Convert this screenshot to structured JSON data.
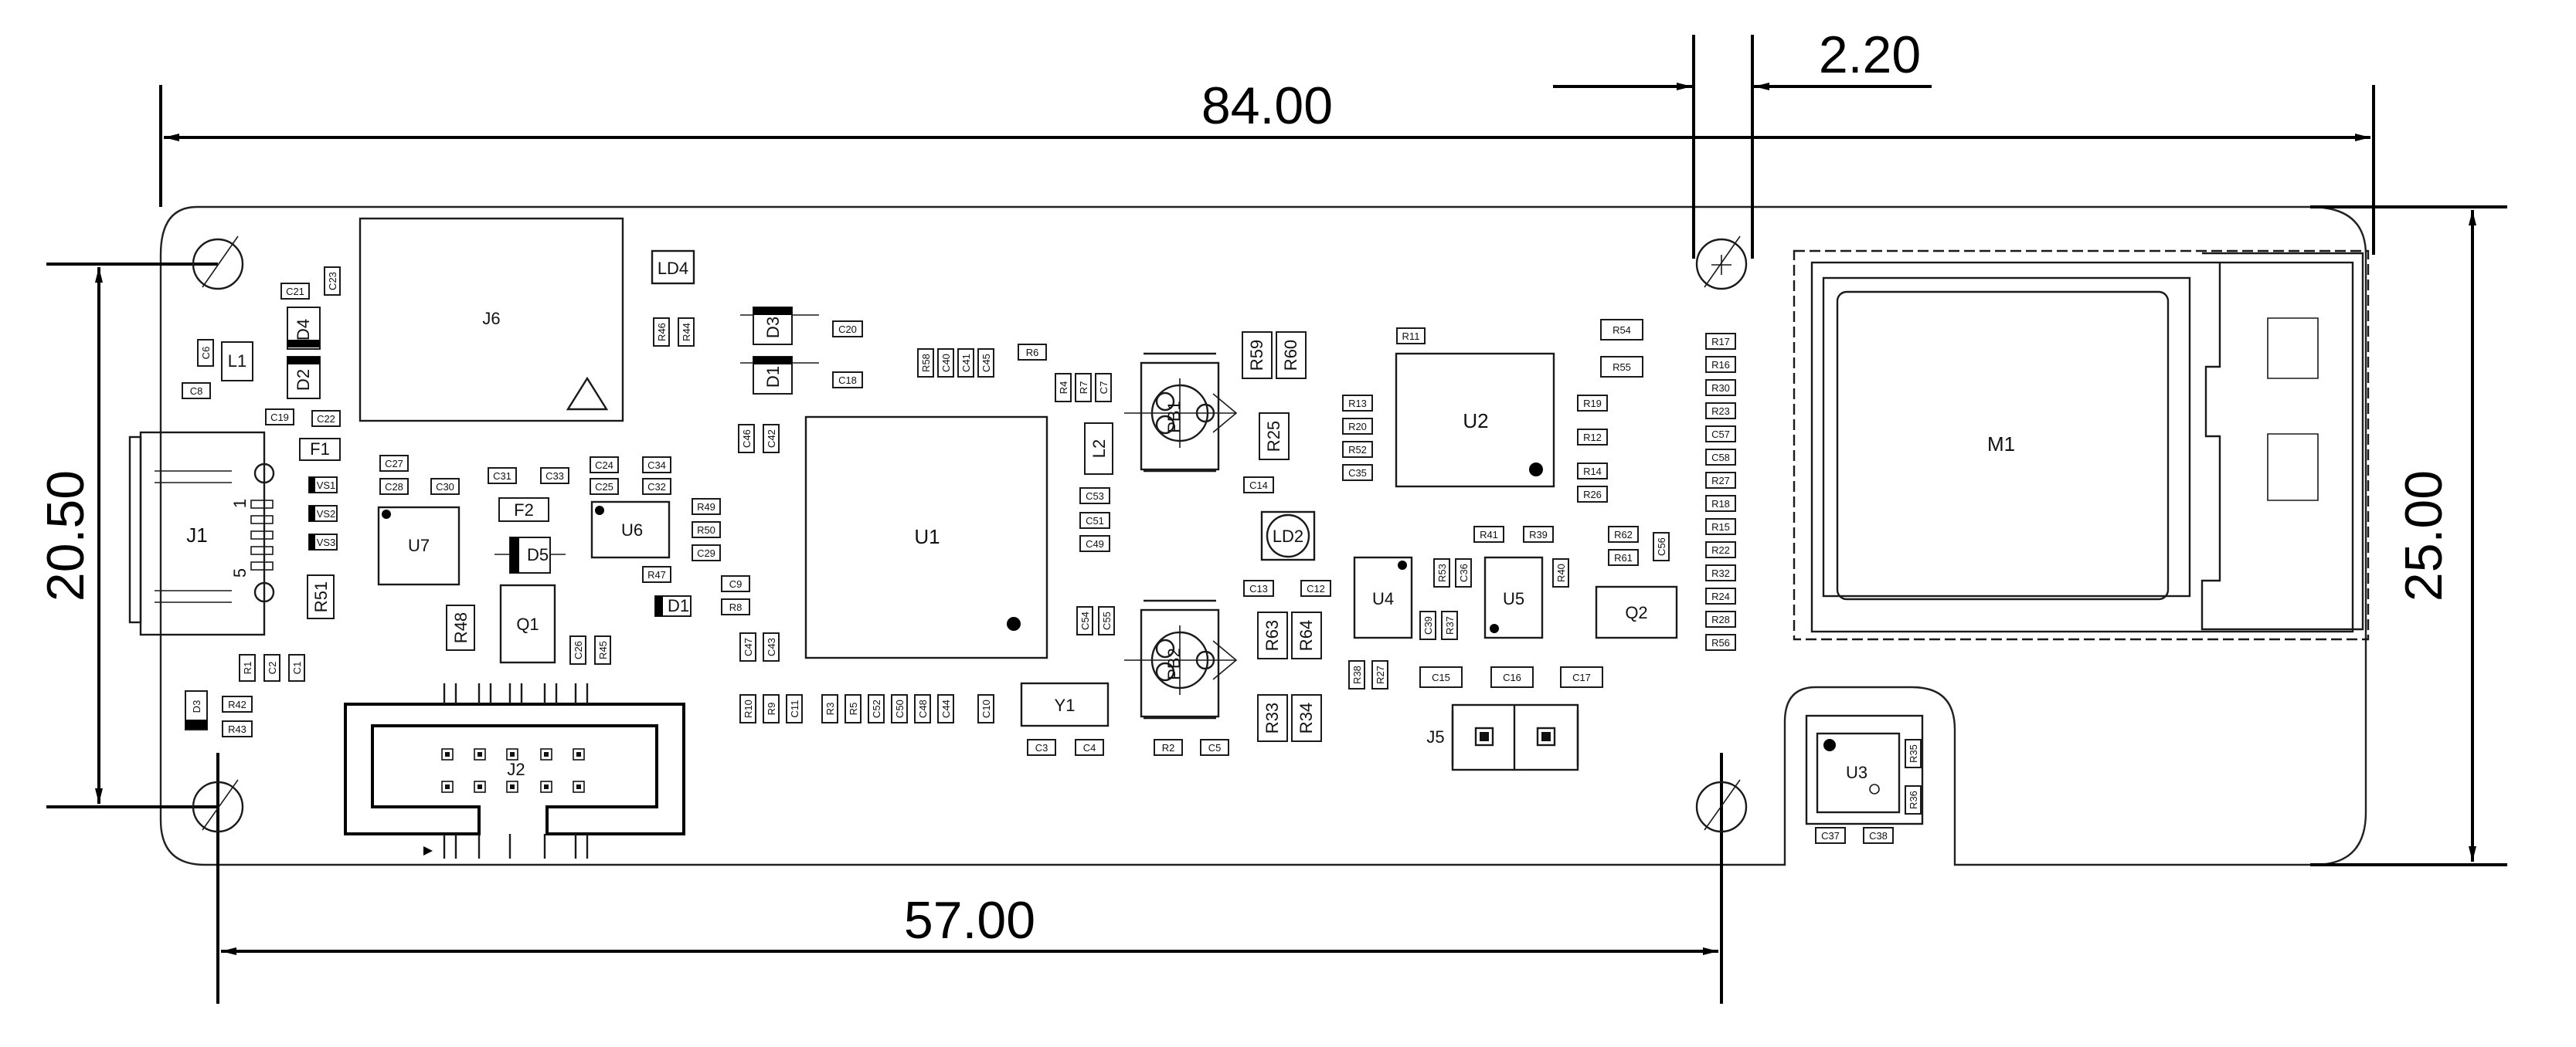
{
  "dimensions": {
    "width_total": "84.00",
    "hole_gap": "2.20",
    "height_total": "25.00",
    "hole_height": "20.50",
    "hole_span": "57.00"
  },
  "components": {
    "J6": "J6",
    "LD4": "LD4",
    "D4": "D4",
    "D2": "D2",
    "L1": "L1",
    "F1": "F1",
    "J1": "J1",
    "VS1": "VS1",
    "VS2": "VS2",
    "VS3": "VS3",
    "R51": "R51",
    "D3a": "D3",
    "D3b": "D3",
    "D1a": "D1",
    "D1b": "D1",
    "U7": "U7",
    "F2": "F2",
    "D5": "D5",
    "U6": "U6",
    "Q1": "Q1",
    "R48": "R48",
    "J2": "J2",
    "U1": "U1",
    "Y1": "Y1",
    "L2": "L2",
    "PB1": "PB1",
    "PB2": "PB2",
    "R59": "R59",
    "R60": "R60",
    "R25": "R25",
    "LD2": "LD2",
    "R63": "R63",
    "R64": "R64",
    "R33": "R33",
    "R34": "R34",
    "U2": "U2",
    "U4": "U4",
    "U5": "U5",
    "Q2": "Q2",
    "J5": "J5",
    "U3": "U3",
    "M1": "M1",
    "pin1": "1",
    "pin5": "5",
    "C21": "C21",
    "C23": "C23",
    "C6": "C6",
    "C8": "C8",
    "C19": "C19",
    "C22": "C22",
    "C27": "C27",
    "C28": "C28",
    "C30": "C30",
    "C31": "C31",
    "C33": "C33",
    "C24": "C24",
    "C25": "C25",
    "C34": "C34",
    "C32": "C32",
    "R49": "R49",
    "R50": "R50",
    "C29": "C29",
    "R47": "R47",
    "C9": "C9",
    "R8": "R8",
    "R46": "R46",
    "R44": "R44",
    "C20": "C20",
    "C18": "C18",
    "C46": "C46",
    "C42": "C42",
    "R58": "R58",
    "C40": "C40",
    "C41": "C41",
    "C45": "C45",
    "R6": "R6",
    "R4": "R4",
    "R7": "R7",
    "C7": "C7",
    "C53": "C53",
    "C51": "C51",
    "C49": "C49",
    "C54": "C54",
    "C55": "C55",
    "C14": "C14",
    "C13": "C13",
    "C12": "C12",
    "R1": "R1",
    "C2": "C2",
    "C1": "C1",
    "R42": "R42",
    "R43": "R43",
    "C26": "C26",
    "R45": "R45",
    "C47": "C47",
    "C43": "C43",
    "R10": "R10",
    "R9": "R9",
    "C11": "C11",
    "R3": "R3",
    "R5": "R5",
    "C52": "C52",
    "C50": "C50",
    "C48": "C48",
    "C44": "C44",
    "C10": "C10",
    "C3": "C3",
    "C4": "C4",
    "R2": "R2",
    "C5": "C5",
    "R11": "R11",
    "R13": "R13",
    "R20": "R20",
    "R52": "R52",
    "C35": "C35",
    "R54": "R54",
    "R55": "R55",
    "R19": "R19",
    "R12": "R12",
    "R14": "R14",
    "R26": "R26",
    "R41": "R41",
    "R39": "R39",
    "R62": "R62",
    "R61": "R61",
    "C56": "C56",
    "R53": "R53",
    "C36": "C36",
    "R40": "R40",
    "C39": "C39",
    "R37": "R37",
    "R38": "R38",
    "R27b": "R27",
    "C15": "C15",
    "C16": "C16",
    "C17": "C17",
    "R17": "R17",
    "R16": "R16",
    "R30": "R30",
    "R23": "R23",
    "C57": "C57",
    "C58": "C58",
    "R27": "R27",
    "R18": "R18",
    "R15": "R15",
    "R22": "R22",
    "R32": "R32",
    "R24": "R24",
    "R28": "R28",
    "R56": "R56",
    "R35": "R35",
    "R36": "R36",
    "C37": "C37",
    "C38": "C38"
  }
}
